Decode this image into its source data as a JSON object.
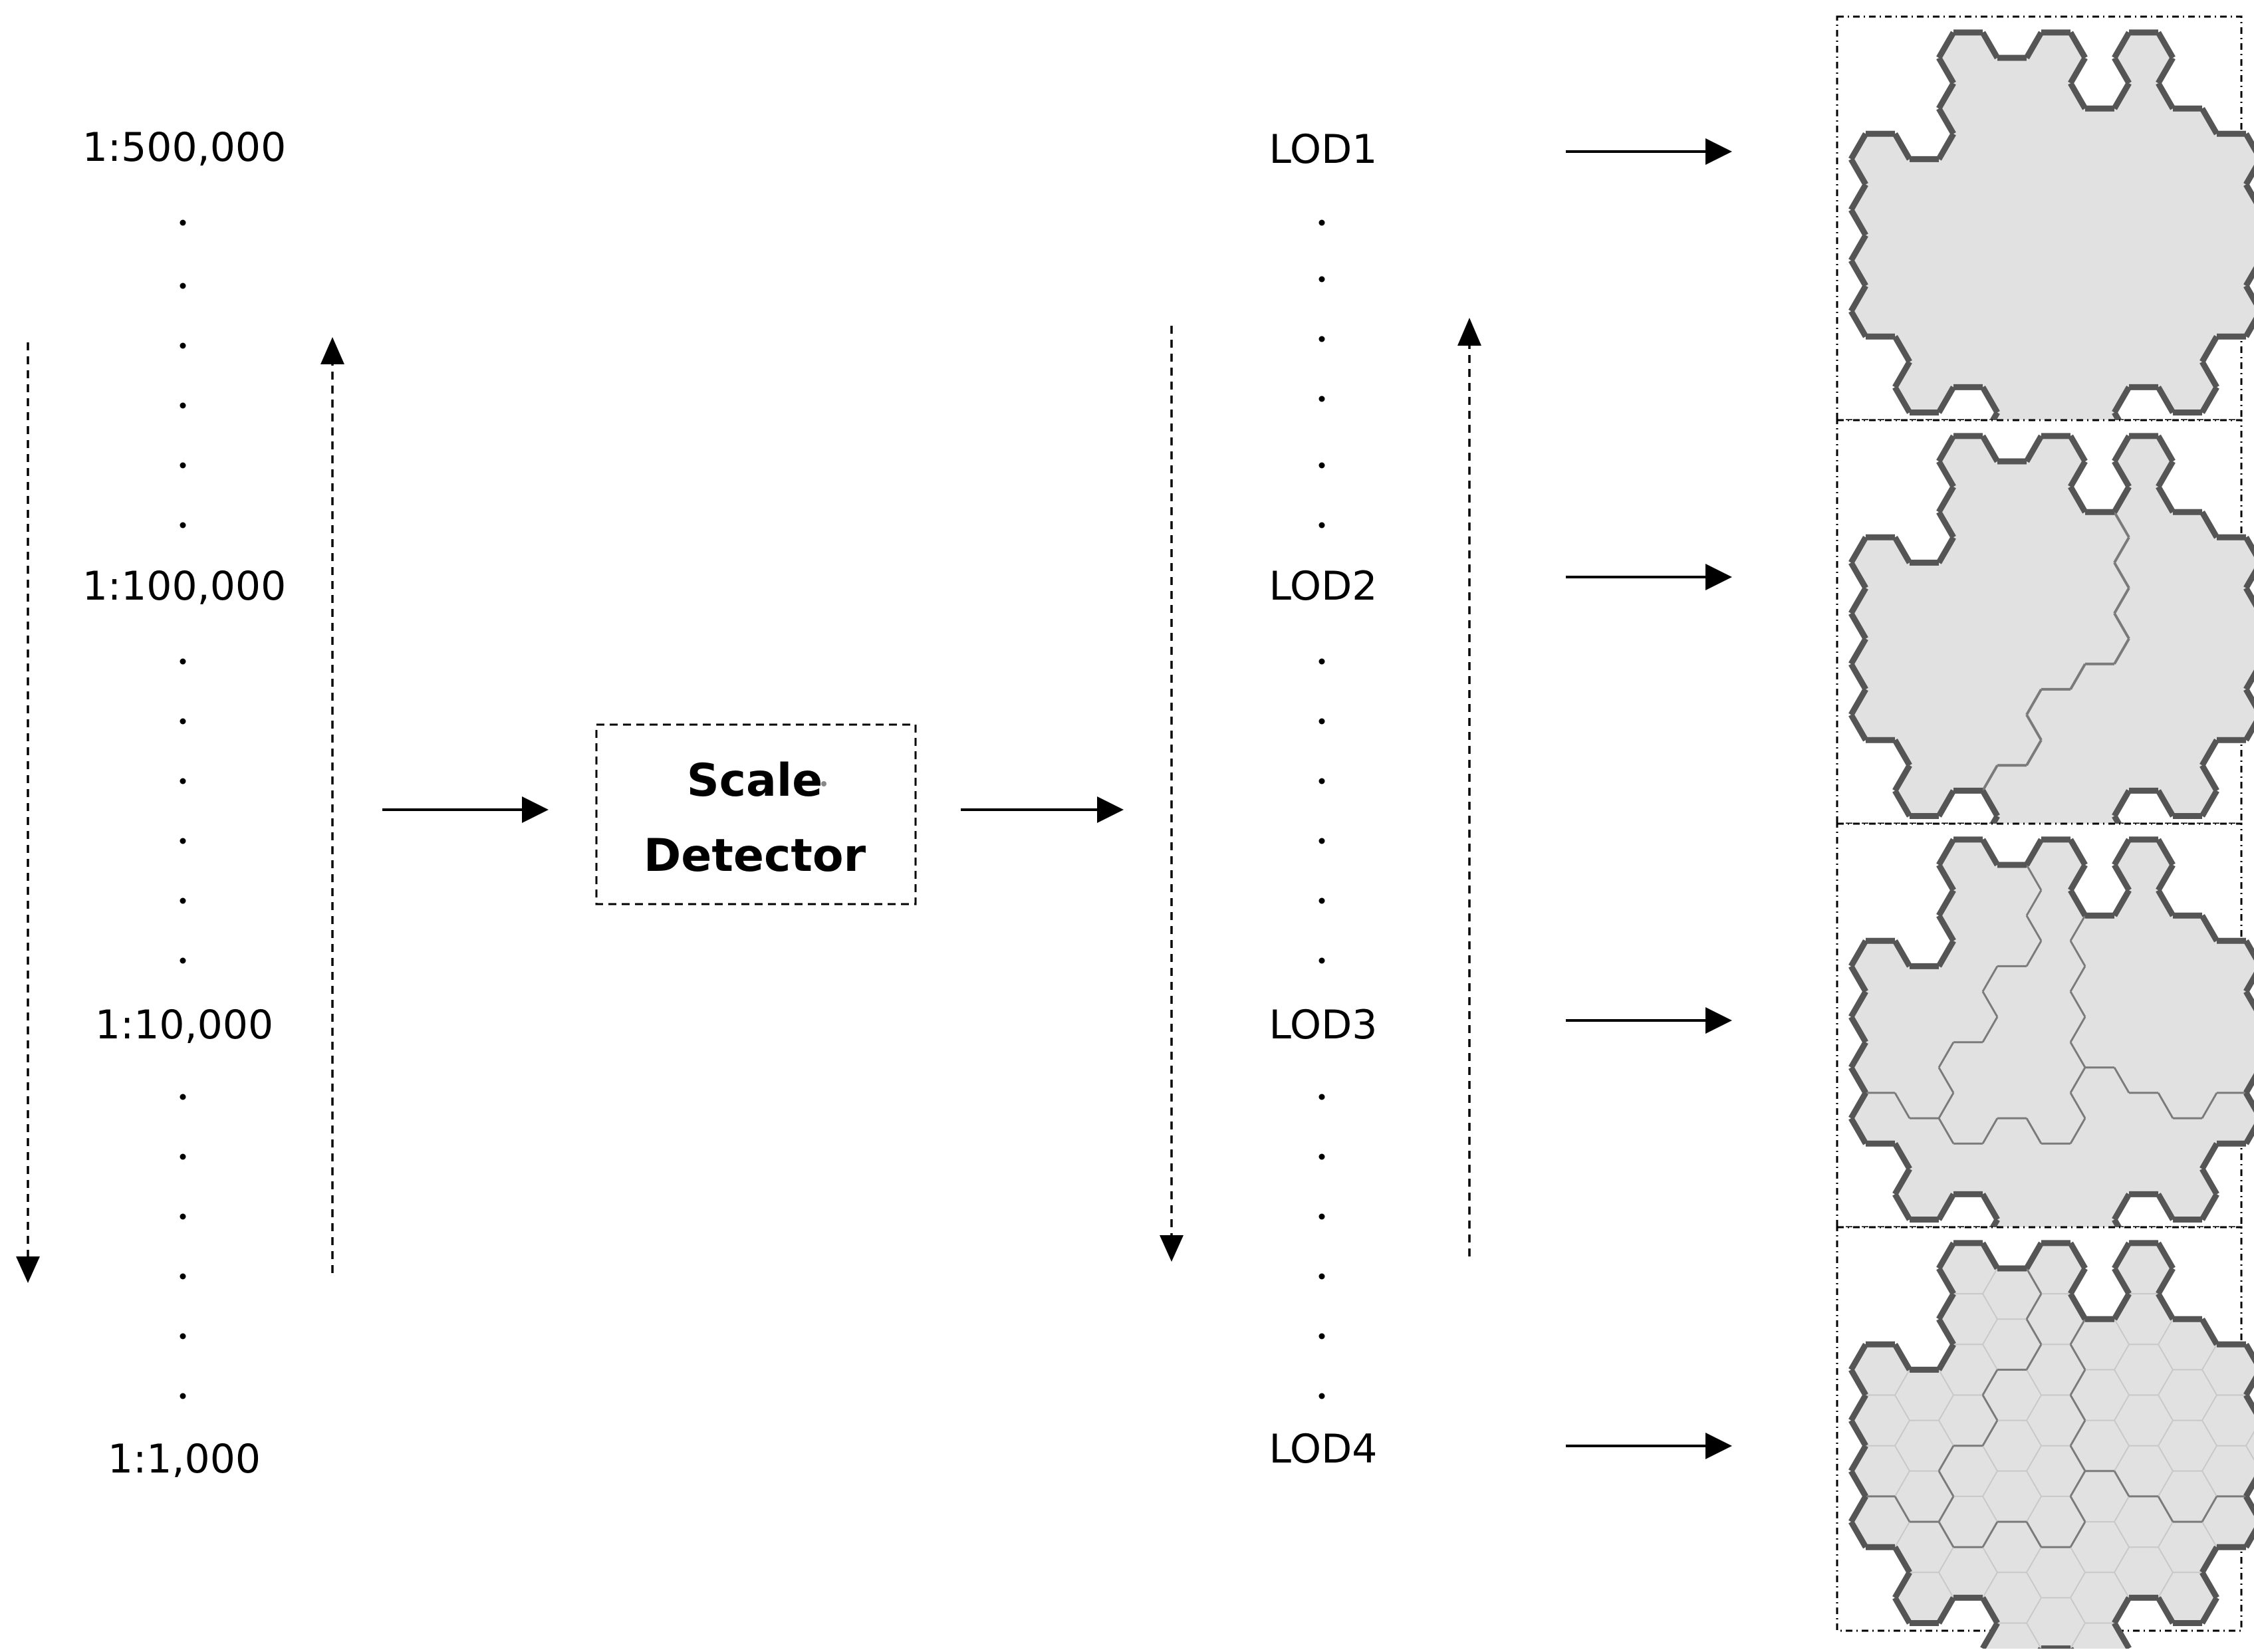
{
  "scales": [
    "1:500,000",
    "1:100,000",
    "1:10,000",
    "1:1,000"
  ],
  "detector": {
    "line1": "Scale",
    "line2": "Detector"
  },
  "lods": [
    "LOD1",
    "LOD2",
    "LOD3",
    "LOD4"
  ],
  "panels": [
    {
      "level": "LOD1",
      "partition": "single region, no subdivision"
    },
    {
      "level": "LOD2",
      "partition": "two regions"
    },
    {
      "level": "LOD3",
      "partition": "four regions"
    },
    {
      "level": "LOD4",
      "partition": "individual hexagon cells"
    }
  ],
  "colors": {
    "fill": "#e1e1e1",
    "outline": "#555555",
    "line": "#000000",
    "cell": "#c8c8c8"
  }
}
